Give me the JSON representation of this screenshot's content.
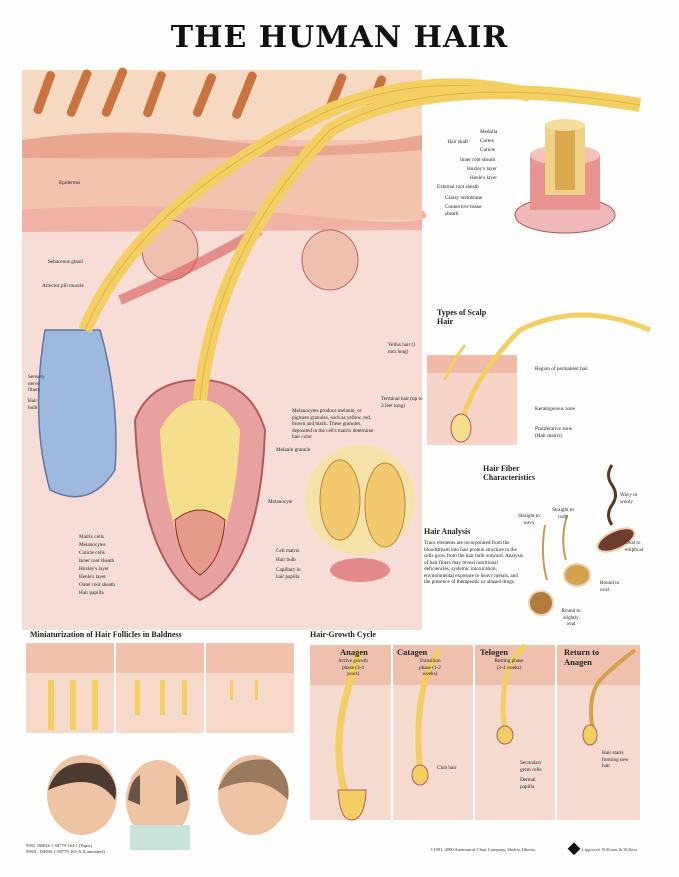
{
  "title": "THE HUMAN HAIR",
  "main_labels": {
    "epidermis": "Epidermis",
    "sebaceous_gland": "Sebaceous gland",
    "arrector_pili": "Arrector pili muscle",
    "sensory_nerve": "Sensory nerve fibers",
    "hair_bulb_left": "Hair bulb",
    "matrix_cells": "Matrix cells",
    "melanocytes": "Melanocytes",
    "cuticle_cells": "Cuticle cells",
    "inner_root_sheath": "Inner root sheath",
    "huxleys_layer": "Huxley's layer",
    "henles_layer": "Henle's layer",
    "outer_root_sheath": "Outer root sheath",
    "hair_papilla": "Hair papilla"
  },
  "shaft_labels": {
    "hair_shaft": "Hair shaft",
    "medulla": "Medulla",
    "cortex": "Cortex",
    "cuticle": "Cuticle",
    "inner_root_sheath": "Inner root sheath",
    "huxleys_layer": "Huxley's layer",
    "henles_layer": "Henle's layer",
    "external_root_sheath": "External root sheath",
    "glassy_membrane": "Glassy membrane",
    "connective_tissue_sheath": "Connective tissue sheath"
  },
  "melanin": {
    "text": "Melanocytes produce melanin, or pigment granules, such as yellow, red, brown and black. These granules, deposited in the cell's matrix determine hair color",
    "melanin_granule": "Melanin granule",
    "melanocyte": "Melanocyte",
    "cell_matrix": "Cell matrix",
    "hair_bulb": "Hair bulb",
    "capillary": "Capillary in hair papilla"
  },
  "scalp_hair": {
    "heading": "Types of Scalp Hair",
    "vellus": "Vellus hair (1 mm long)",
    "terminal": "Terminal hair (up to 3 feet long)",
    "permanent": "Region of permanent hair",
    "keratogenous": "Keratogenous zone",
    "proliferative": "Proliferative zone (Hair matrix)"
  },
  "fiber": {
    "heading": "Hair Fiber Characteristics",
    "wavy": "Wavy to wooly",
    "straight_wavy": "Straight to wavy",
    "straight_curly": "Straight to curly",
    "oval_elliptical": "Oval to elliptical",
    "round_oval": "Round to oval",
    "round_slightly_oval": "Round to slightly oval"
  },
  "analysis": {
    "heading": "Hair Analysis",
    "text": "Trace elements are incorporated from the bloodstream into hair protein structure in the cells grow from the hair bulb outward. Analysis of hair fibers may reveal nutritional deficiencies, systemic intoxication, environmental exposure to heavy metals, and the presence of therapeutic or abused drugs."
  },
  "baldness": {
    "heading": "Miniaturization of Hair Follicles in Baldness"
  },
  "cycle": {
    "heading": "Hair-Growth Cycle",
    "anagen": "Anagen",
    "anagen_sub": "Active growth phase (3-4 years)",
    "catagen": "Catagen",
    "catagen_sub": "Transition phase (1-2 weeks)",
    "telogen": "Telogen",
    "telogen_sub": "Resting phase (3-4 weeks)",
    "return_1": "Return to",
    "return_2": "Anagen",
    "club_hair": "Club hair",
    "secondary_germ": "Secondary germ cells",
    "dermal_papilla": "Dermal papilla",
    "hair_starts": "Hair starts forming new hair"
  },
  "footer": {
    "copyright": "©1991, 2000 Anatomical Chart Company, Skokie, Illinois.",
    "publisher": "Lippincott Williams & Wilkins",
    "product_codes": "9982  ISBN# 1-58779-164-1 (Paper)\n9982L  ISBN# 1-58779-165-X (Laminated)"
  },
  "colors": {
    "skin": "#f2c9a6",
    "dermis": "#f0b7a9",
    "hair": "#f5d46a",
    "follicle": "#d98a8a"
  }
}
